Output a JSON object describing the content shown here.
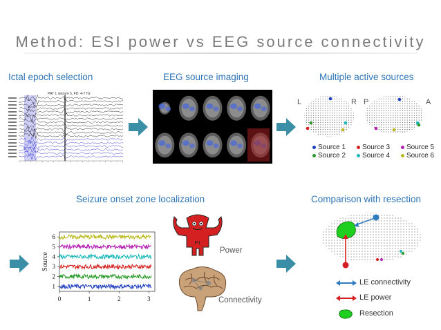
{
  "title": "Method: ESI power vs EEG source connectivity",
  "stages": {
    "ictal": "Ictal epoch selection",
    "esi": "EEG source imaging",
    "multi": "Multiple active sources",
    "soz": "Seizure onset zone localization",
    "comparison": "Comparison with resection"
  },
  "eeg_header": "PAT 1 seizure 5, FD: 4-7 Hz",
  "brain_labels": {
    "left": "L",
    "right": "R",
    "posterior": "P",
    "anterior": "A"
  },
  "sources_legend": [
    {
      "label": "Source 1",
      "color": "#1f3fbf"
    },
    {
      "label": "Source 2",
      "color": "#2a9a2a"
    },
    {
      "label": "Source 3",
      "color": "#d42020"
    },
    {
      "label": "Source 4",
      "color": "#17b8b8"
    },
    {
      "label": "Source 5",
      "color": "#b41fb4"
    },
    {
      "label": "Source 6",
      "color": "#b8b81a"
    }
  ],
  "chart_data": {
    "type": "line",
    "xlabel": "",
    "ylabel": "Source",
    "xlim": [
      0,
      3.2
    ],
    "ylim": [
      0.5,
      6.5
    ],
    "xticks": [
      0,
      1,
      2,
      3
    ],
    "yticks": [
      1,
      2,
      3,
      4,
      5,
      6
    ],
    "series": [
      {
        "offset": 1,
        "color": "#1f3fbf"
      },
      {
        "offset": 2,
        "color": "#2a9a2a"
      },
      {
        "offset": 3,
        "color": "#d42020"
      },
      {
        "offset": 4,
        "color": "#17b8b8"
      },
      {
        "offset": 5,
        "color": "#b41fb4"
      },
      {
        "offset": 6,
        "color": "#b8b81a"
      }
    ]
  },
  "power_label": "Power",
  "connectivity_label": "Connectivity",
  "power_icon_text": "P1",
  "comparison_legend": {
    "connectivity": "LE connectivity",
    "power": "LE power",
    "resection": "Resection"
  },
  "colors": {
    "arrow": "#3a8ea6",
    "accent": "#2e74b5",
    "connectivity_arrow": "#2e7bbf",
    "power_arrow": "#d42020",
    "resection": "#1fcf1f"
  }
}
